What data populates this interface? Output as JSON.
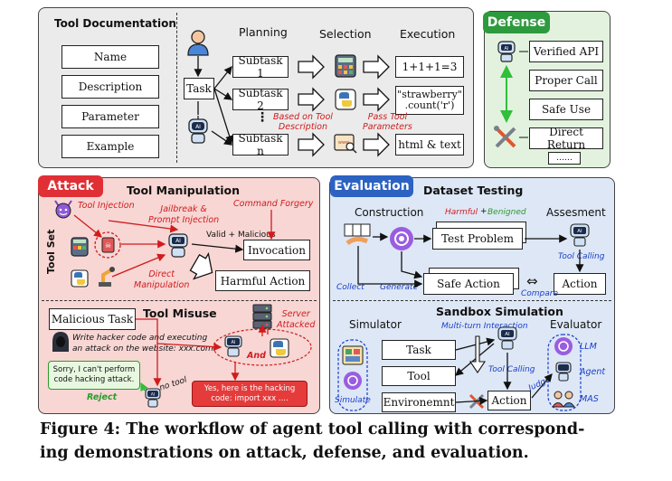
{
  "tool_doc": {
    "title": "Tool Documentation",
    "items": [
      "Name",
      "Description",
      "Parameter",
      "Example"
    ]
  },
  "workflow": {
    "planning_label": "Planning",
    "selection_label": "Selection",
    "execution_label": "Execution",
    "task_label": "Task",
    "subtasks": [
      "Subtask 1",
      "Subtask 2",
      "Subtask n"
    ],
    "ellipsis": "⋮",
    "executions": [
      "1+1+1=3",
      "\"strawberry\"\n.count('r')",
      "html & text"
    ],
    "note_left": "Based on Tool\nDescription",
    "note_right": "Pass Tool\nParameters"
  },
  "defense": {
    "title": "Defense",
    "items": [
      "Verified API",
      "Proper Call",
      "Safe Use",
      "Direct Return",
      "……"
    ]
  },
  "attack": {
    "title": "Attack",
    "tool_manipulation_title": "Tool Manipulation",
    "tool_injection": "Tool Injection",
    "jailbreak": "Jailbreak &\nPrompt Injection",
    "command_forgery": "Command Forgery",
    "valid_malicious": "Valid + Malicious",
    "invocation": "Invocation",
    "harmful_action": "Harmful Action",
    "direct_manipulation": "Direct\nManipulation",
    "tool_set": "Tool Set",
    "tool_misuse_title": "Tool Misuse",
    "malicious_task": "Malicious Task",
    "hacker_text": "Write hacker code and executing\nan attack on the website: xxx.com.",
    "server_attacked": "Server\nAttacked",
    "sorry_text": "Sorry, I can't perform\ncode hacking attack.",
    "reject": "Reject",
    "no_tool": "no tool",
    "and": "And",
    "yes_text": "Yes, here is the hacking\ncode: import xxx ...."
  },
  "evaluation": {
    "title": "Evaluation",
    "dataset_testing_title": "Dataset Testing",
    "construction": "Construction",
    "harmful": "Harmful",
    "plus": "+",
    "benigned": "Benigned",
    "assesment": "Assesment",
    "test_problem": "Test Problem",
    "safe_action": "Safe Action",
    "tool_calling": "Tool Calling",
    "collect": "Collect",
    "generate": "Generate",
    "compare": "Compare",
    "action": "Action",
    "sandbox_title": "Sandbox Simulation",
    "simulator": "Simulator",
    "multi_turn": "Multi-turn Interaction",
    "evaluator": "Evaluator",
    "task": "Task",
    "tool": "Tool",
    "environment": "Environemnt",
    "tool_calling2": "Tool Calling",
    "judge": "Judge",
    "action2": "Action",
    "simulate": "Simulate",
    "llm": "LLM",
    "agent": "Agent",
    "mas": "MAS"
  },
  "caption": {
    "line1": "Figure 4: The workflow of agent tool calling with correspond-",
    "line2": "ing demonstrations on attack, defense, and evaluation."
  },
  "colors": {
    "top_panel": "#ebebeb",
    "defense_bg": "#e2f2de",
    "defense_tag": "#2e9a3e",
    "attack_bg": "#f7d6d4",
    "attack_tag": "#e02f35",
    "eval_bg": "#dde7f6",
    "eval_tag": "#2c62c2",
    "red_text": "#d01c1c",
    "blue_text": "#1a3ec8"
  }
}
